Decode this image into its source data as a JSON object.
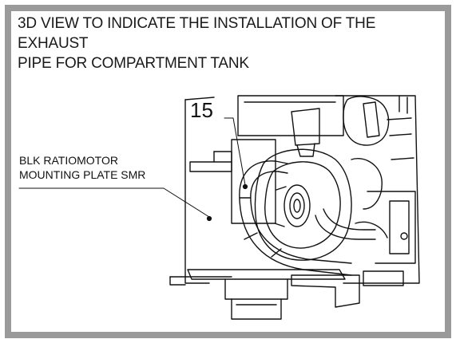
{
  "title_line1": "3D VIEW TO INDICATE THE INSTALLATION OF THE EXHAUST",
  "title_line2": "PIPE FOR COMPARTMENT TANK",
  "callout_number": "15",
  "label_line1": "BLK RATIOMOTOR",
  "label_line2": "MOUNTING PLATE SMR",
  "colors": {
    "frame": "#9a9a9a",
    "ink": "#111111"
  }
}
